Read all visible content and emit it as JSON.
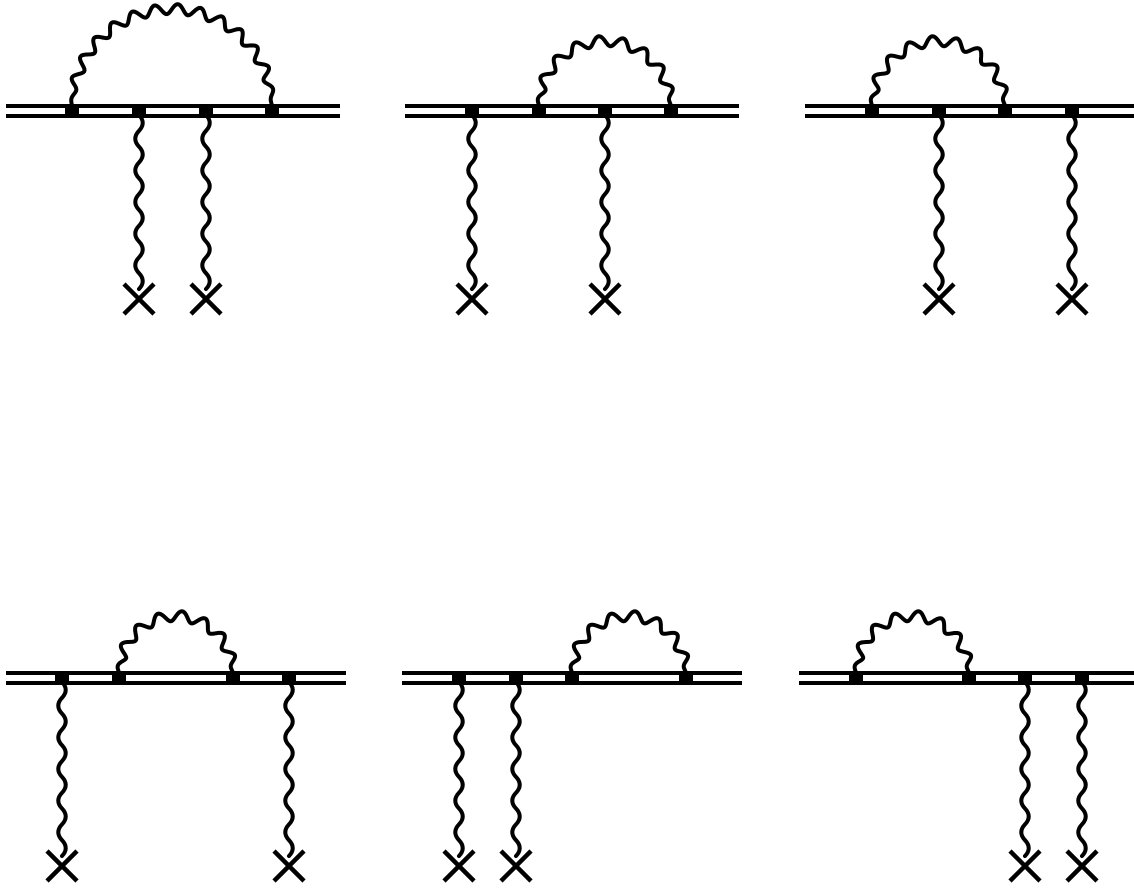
{
  "figure": {
    "description_of_content": "",
    "colors": {
      "stroke": "#000000",
      "background": "#ffffff"
    },
    "diagrams": [
      {
        "id": "d1",
        "photon_loop": {
          "from_vertex": 0,
          "to_vertex": 3
        },
        "external_photons": [
          1,
          2
        ]
      },
      {
        "id": "d2",
        "photon_loop": {
          "from_vertex": 1,
          "to_vertex": 3
        },
        "external_photons": [
          0,
          2
        ]
      },
      {
        "id": "d3",
        "photon_loop": {
          "from_vertex": 0,
          "to_vertex": 2
        },
        "external_photons": [
          1,
          3
        ]
      },
      {
        "id": "d4",
        "photon_loop": {
          "from_vertex": 1,
          "to_vertex": 2
        },
        "external_photons": [
          0,
          3
        ]
      },
      {
        "id": "d5",
        "photon_loop": {
          "from_vertex": 2,
          "to_vertex": 3
        },
        "external_photons": [
          0,
          1
        ]
      },
      {
        "id": "d6",
        "photon_loop": {
          "from_vertex": 0,
          "to_vertex": 1
        },
        "external_photons": [
          2,
          3
        ]
      }
    ]
  }
}
